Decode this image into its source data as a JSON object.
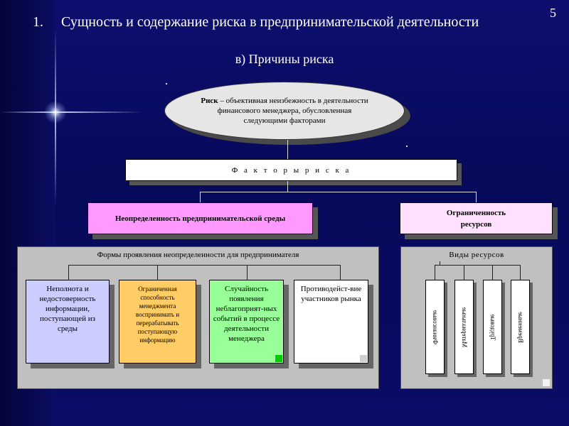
{
  "slide_number": "5",
  "title": {
    "number": "1.",
    "text": "Сущность и содержание риска в предпринимательской деятельности"
  },
  "subtitle": "в) Причины риска",
  "definition": {
    "term": "Риск",
    "text": " – объективная неизбежность в деятельности финансового менеджера, обусловленная следующими факторами"
  },
  "factors_label": "Ф а к т о р ы   р и с к а",
  "uncertainty": {
    "heading": "Неопределенность предпринимательской среды",
    "panel_title": "Формы проявления неопределенности для предпринимателя",
    "items": [
      "Неполнота и недостоверность информации, поступающей из среды",
      "Ограниченная способность менеджмента воспринимать и перерабатывать поступающую информацию",
      "Случайность появления неблагоприят-ных событий в процессе деятельности менеджера",
      "Противодейст-вие участников рынка"
    ]
  },
  "resources": {
    "heading": "Ограниченность ресурсов",
    "panel_title": "Виды ресурсов",
    "items": [
      "Финансовые",
      "Материальные",
      "Трудовые",
      "Временные"
    ]
  },
  "colors": {
    "background": "#07095a",
    "uncertainty_heading": "#ff99ff",
    "resources_heading": "#ffe0ff",
    "card_1": "#ccccff",
    "card_2": "#ffcc66",
    "card_3": "#99ff99",
    "card_4": "#ffffff"
  }
}
